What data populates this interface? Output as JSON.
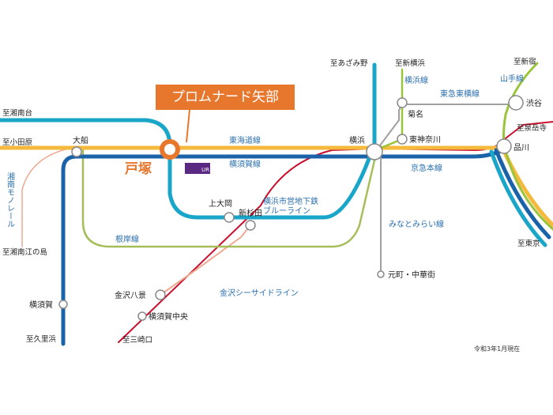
{
  "callout": "プロムナード矢部",
  "totsuka": "戸塚",
  "ur_logo": "UR",
  "note": "令和3年1月現在",
  "stations": {
    "ofuna": "大船",
    "yokohama": "横浜",
    "kamiooka": "上大岡",
    "shinsugita": "新杉田",
    "kanazawa_hakkei": "金沢八景",
    "yokosuka_chuo": "横須賀中央",
    "yokosuka": "横須賀",
    "kikuna": "菊名",
    "higashikanagawa": "東神奈川",
    "shibuya": "渋谷",
    "shinagawa": "品川",
    "motomachi": "元町・中華街"
  },
  "directions": {
    "shonandai": "至湘南台",
    "odawara": "至小田原",
    "shonan_enoshima": "至湘南江の島",
    "kurihama": "至久里浜",
    "misakiguchi": "至三崎口",
    "azamino": "至あざみ野",
    "shinyokohama": "至新横浜",
    "shinjuku": "至新宿",
    "sengakuji": "至泉岳寺",
    "tokyo": "至東京"
  },
  "lines": {
    "tokaido": "東海道線",
    "yokosuka_line": "横須賀線",
    "negishi": "根岸線",
    "blue_line_1": "横浜市営地下鉄",
    "blue_line_2": "ブルーライン",
    "seaside": "金沢シーサイドライン",
    "keikyu": "京急本線",
    "minatomirai": "みなとみらい線",
    "yokohama_line": "横浜線",
    "toyoko": "東急東横線",
    "yamanote": "山手線",
    "monorail": "湘南モノレール"
  },
  "colors": {
    "tokaido": "#f5b93c",
    "yokosuka": "#1a63a8",
    "blue_line": "#1aa6c8",
    "negishi": "#a6be5a",
    "keikyu": "#c8102e",
    "seaside": "#f0a890",
    "yamanote": "#9ac43a",
    "toyoko": "#a0a0a0",
    "callout": "#e8772e"
  }
}
